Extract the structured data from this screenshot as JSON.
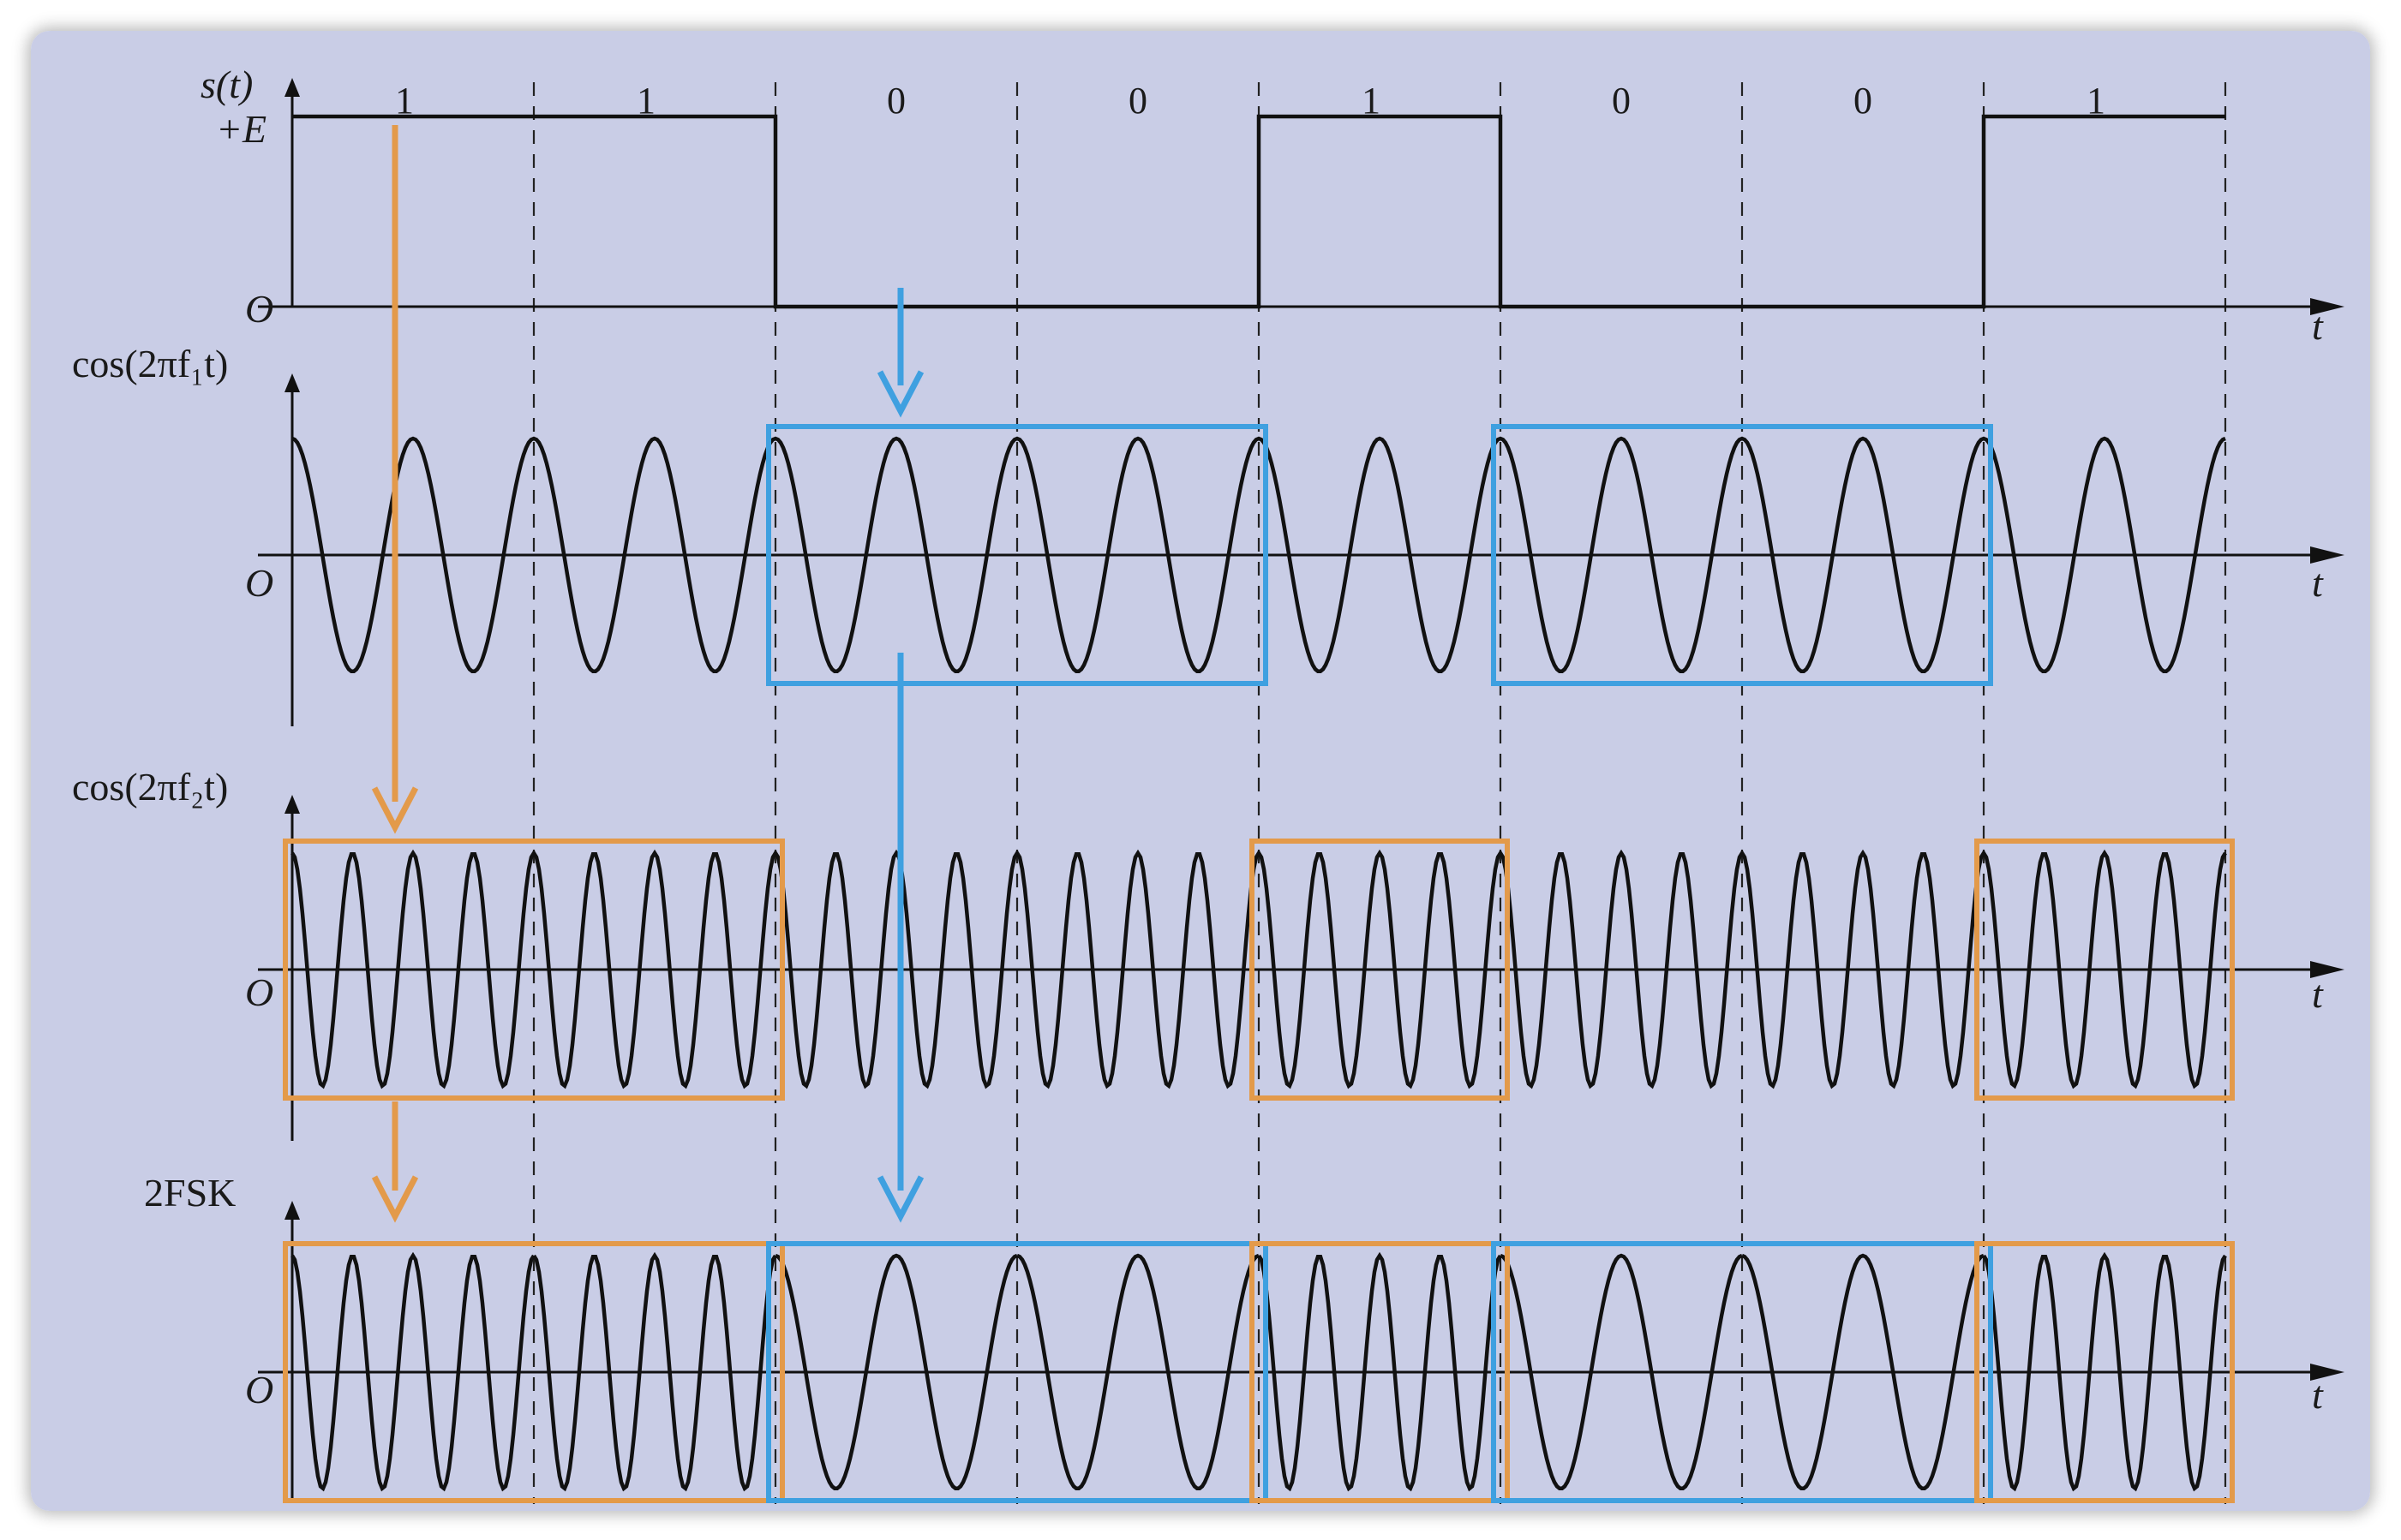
{
  "bits": [
    "1",
    "1",
    "0",
    "0",
    "1",
    "0",
    "0",
    "1"
  ],
  "labels": {
    "s_axis": "s(t)",
    "level_high": "+E",
    "origin": "O",
    "time": "t",
    "carrier1": "cos(2πf₁t)",
    "carrier2": "cos(2πf₂t)",
    "output": "2FSK"
  },
  "carrier1_cycles_per_bit": 2,
  "carrier2_cycles_per_bit": 4,
  "colors": {
    "background": "#c9cde6",
    "waveform": "#111111",
    "bit_one_highlight": "#e39a4a",
    "bit_zero_highlight": "#3fa0e0"
  }
}
